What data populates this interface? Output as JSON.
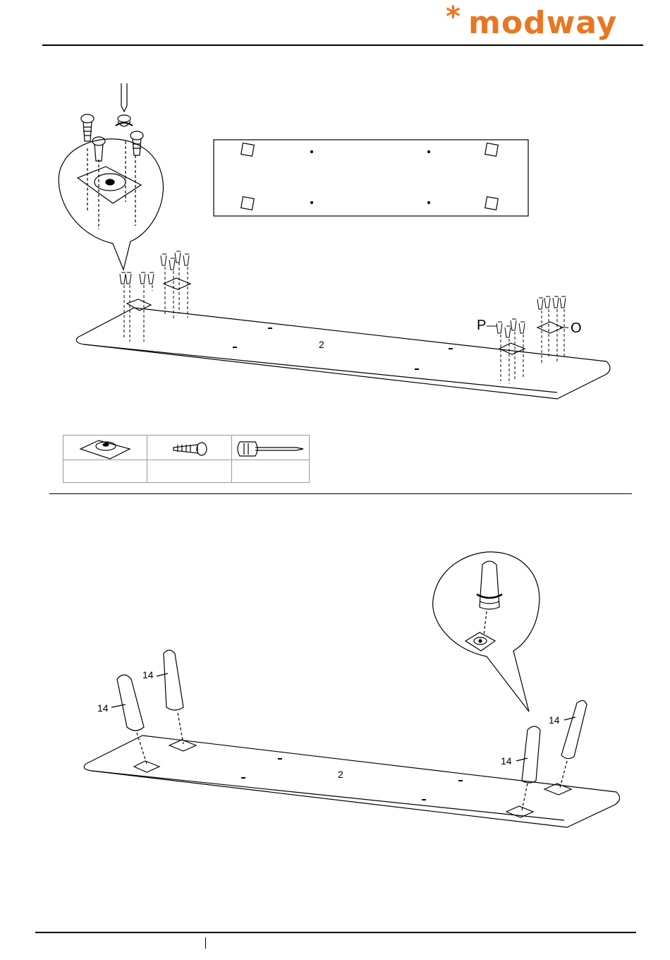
{
  "brand": {
    "name": "modway",
    "mark": "*",
    "color": "#e87722"
  },
  "step_top": {
    "board_label": "2",
    "left_callout": "P",
    "right_callout": "O"
  },
  "parts_table": {
    "items": [
      {
        "name": "mounting-plate",
        "qty": ""
      },
      {
        "name": "screw",
        "qty": ""
      },
      {
        "name": "screwdriver",
        "qty": ""
      }
    ]
  },
  "step_bottom": {
    "board_label": "2",
    "leg_labels": [
      "14",
      "14",
      "14",
      "14"
    ]
  },
  "colors": {
    "line": "#000000",
    "table_border": "#9a9a9a"
  }
}
